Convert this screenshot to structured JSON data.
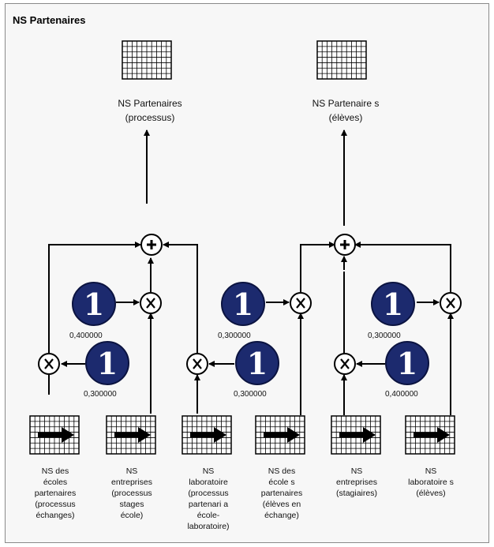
{
  "title": "NS Partenaires",
  "outputs": [
    {
      "label": "NS Partenaires\n(processus)"
    },
    {
      "label": "NS Partenaire s\n(élèves)"
    }
  ],
  "inputs": [
    {
      "label": "NS des\nécoles\npartenaires\n(processus\néchanges)"
    },
    {
      "label": "NS\nentreprises\n(processus\nstages\nécole)"
    },
    {
      "label": "NS\nlaboratoire\n(processus\npartenari a\nécole-\nlaboratoire)"
    },
    {
      "label": "NS des\nécole s\npartenaires\n(élèves en\néchange)"
    },
    {
      "label": "NS\nentreprises\n(stagiaires)"
    },
    {
      "label": "NS\nlaboratoire s\n(élèves)"
    }
  ],
  "constants": {
    "symbol": "1"
  },
  "weights": [
    "0,400000",
    "0,300000",
    "0,300000",
    "0,300000",
    "0,300000",
    "0,400000"
  ],
  "operators": {
    "sum": "+",
    "mult": "X"
  },
  "colors": {
    "node": "#1c2a6e",
    "line": "#000000",
    "panel": "#f7f7f7"
  }
}
